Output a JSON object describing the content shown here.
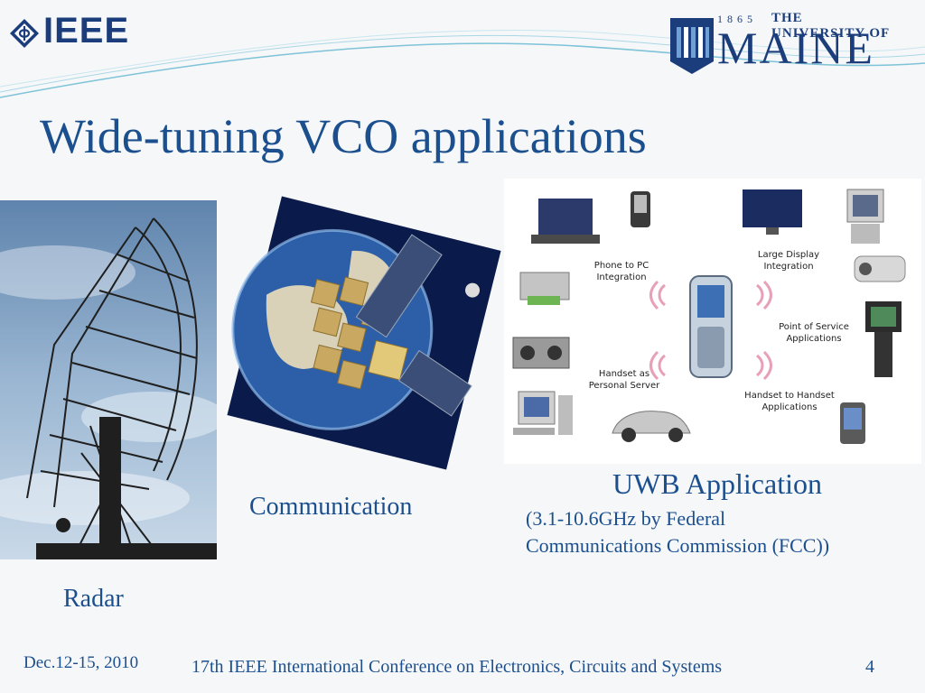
{
  "header": {
    "ieee_logo_text": "IEEE",
    "maine_year": "1865",
    "maine_univ": "THE UNIVERSITY OF",
    "maine_name": "MAINE"
  },
  "slide": {
    "title": "Wide-tuning VCO applications"
  },
  "uwb_diagram": {
    "labels": {
      "phone_to_pc": "Phone to PC\nIntegration",
      "large_display": "Large Display\nIntegration",
      "point_of_service": "Point of Service\nApplications",
      "handset_server": "Handset as\nPersonal Server",
      "handset_to_handset": "Handset to Handset\nApplications"
    }
  },
  "captions": {
    "radar": "Radar",
    "communication": "Communication",
    "uwb_title": "UWB Application",
    "uwb_sub1": "(3.1-10.6GHz by Federal",
    "uwb_sub2": "Communications Commission (FCC))"
  },
  "footer": {
    "date": "Dec.12-15, 2010",
    "conference": "17th IEEE International Conference on Electronics, Circuits and Systems",
    "page": "4"
  },
  "colors": {
    "title": "#1b4f8e",
    "logo": "#1b3d7b",
    "background": "#f5f7f9"
  }
}
